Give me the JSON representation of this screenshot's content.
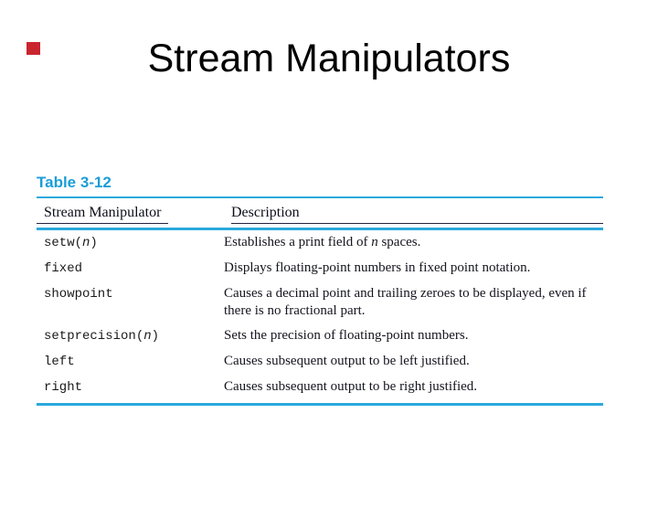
{
  "slide": {
    "title": "Stream Manipulators"
  },
  "theme": {
    "accent": "#2aa9dc",
    "caption": "#1b9dd8",
    "red": "#c9252e",
    "ruledark": "#23233f",
    "titlecolor": "#000000"
  },
  "table": {
    "caption": "Table 3-12",
    "header": {
      "col1": "Stream Manipulator",
      "col2": "Description"
    },
    "rows": [
      {
        "m_pre": "setw(",
        "m_arg": "n",
        "m_post": ")",
        "d_pre": "Establishes a print field of ",
        "d_arg": "n",
        "d_post": " spaces."
      },
      {
        "m_pre": "fixed",
        "m_arg": "",
        "m_post": "",
        "d_pre": "Displays floating-point numbers in fixed point notation.",
        "d_arg": "",
        "d_post": ""
      },
      {
        "m_pre": "showpoint",
        "m_arg": "",
        "m_post": "",
        "d_pre": "Causes a decimal point and trailing zeroes to be displayed, even if\nthere is no fractional part.",
        "d_arg": "",
        "d_post": ""
      },
      {
        "m_pre": "setprecision(",
        "m_arg": "n",
        "m_post": ")",
        "d_pre": "Sets the precision of floating-point numbers.",
        "d_arg": "",
        "d_post": ""
      },
      {
        "m_pre": "left",
        "m_arg": "",
        "m_post": "",
        "d_pre": "Causes subsequent output to be left justified.",
        "d_arg": "",
        "d_post": ""
      },
      {
        "m_pre": "right",
        "m_arg": "",
        "m_post": "",
        "d_pre": "Causes subsequent output to be right justified.",
        "d_arg": "",
        "d_post": ""
      }
    ]
  }
}
